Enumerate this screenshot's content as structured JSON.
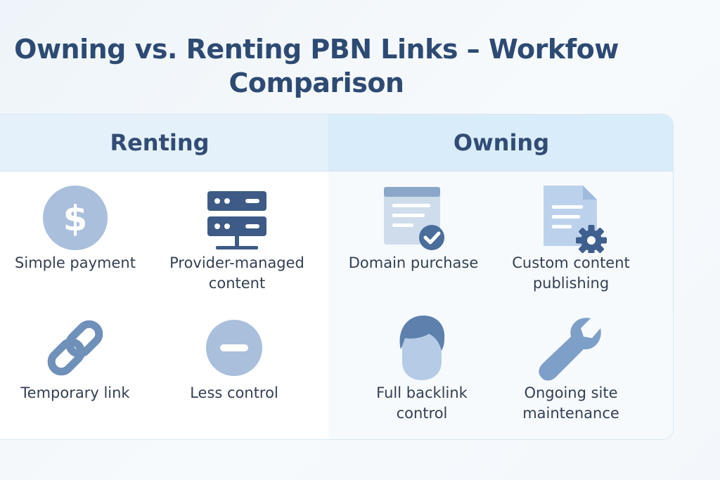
{
  "title": {
    "line1": "Owning vs. Renting PBN Links – Workfow",
    "line2": "Comparison"
  },
  "columns": {
    "renting": {
      "header": "Renting",
      "items": [
        {
          "icon": "dollar-coin-icon",
          "lines": [
            "Simple payment"
          ]
        },
        {
          "icon": "server-stack-icon",
          "lines": [
            "Provider-managed",
            "content"
          ]
        },
        {
          "icon": "chain-link-icon",
          "lines": [
            "Temporary link"
          ]
        },
        {
          "icon": "minus-circle-icon",
          "lines": [
            "Less control"
          ]
        }
      ]
    },
    "owning": {
      "header": "Owning",
      "items": [
        {
          "icon": "document-check-icon",
          "lines": [
            "Domain purchase"
          ]
        },
        {
          "icon": "document-gear-icon",
          "lines": [
            "Custom content",
            "publishing"
          ]
        },
        {
          "icon": "person-head-icon",
          "lines": [
            "Full backlink",
            "control"
          ]
        },
        {
          "icon": "wrench-icon",
          "lines": [
            "Ongoing site",
            "maintenance"
          ]
        }
      ]
    }
  },
  "colors": {
    "title": "#2d4a73",
    "icon_dark": "#3f5f8e",
    "icon_mid": "#7b9cc6",
    "icon_light": "#b9cfe8",
    "header_bg": "#d8ecfa"
  }
}
